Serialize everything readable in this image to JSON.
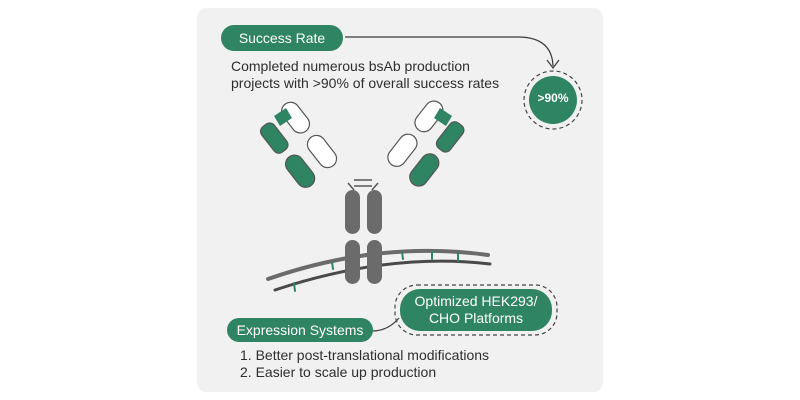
{
  "success_rate": {
    "label": "Success Rate",
    "description_line1": "Completed numerous bsAb production",
    "description_line2": "projects with >90% of overall success rates",
    "badge": ">90%"
  },
  "platforms_label_line1": "Optimized HEK293/",
  "platforms_label_line2": "CHO Platforms",
  "expression_systems": {
    "label": "Expression Systems",
    "items": [
      "1. Better post-translational modifications",
      "2. Easier to scale up production"
    ]
  },
  "colors": {
    "accent": "#2f8463",
    "dark_gray": "#6b6b6b",
    "card": "#f1f1f1"
  },
  "icons": [
    "antibody-illustration",
    "dna-strand",
    "curved-arrow"
  ]
}
